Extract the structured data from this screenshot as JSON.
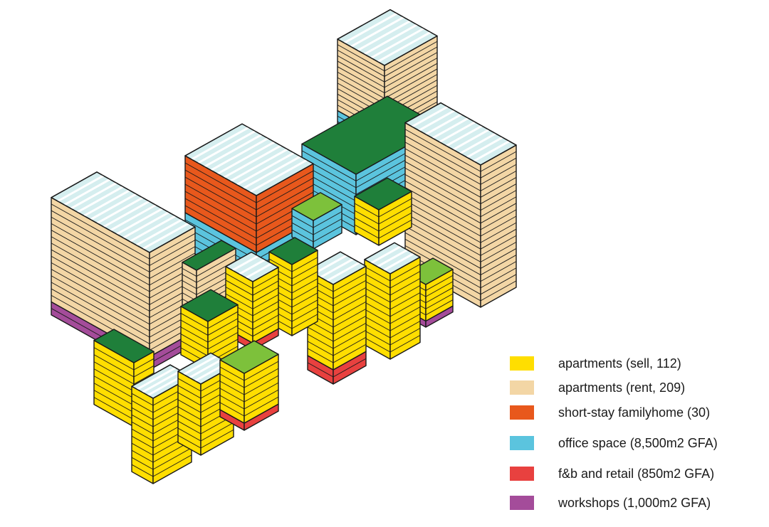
{
  "colors": {
    "apartments_sell": "#FFDE00",
    "apartments_rent": "#F3D6A5",
    "short_stay": "#E8581C",
    "office": "#5BC4DE",
    "fnb_retail": "#E8413F",
    "workshops": "#A44C9A",
    "roof_glass": "#D5EEEF",
    "roof_green_dark": "#1F7F3A",
    "roof_green_light": "#7DC13B",
    "outline": "#1a1a1a"
  },
  "legend": [
    {
      "label": "apartments (sell, 112)",
      "color": "#FFDE00"
    },
    {
      "label": "apartments (rent, 209)",
      "color": "#F3D6A5"
    },
    {
      "label": "short-stay familyhome (30)",
      "color": "#E8581C"
    },
    {
      "label": "office space (8,500m2 GFA)",
      "color": "#5BC4DE"
    },
    {
      "label": "f&b and retail (850m2 GFA)",
      "color": "#E8413F"
    },
    {
      "label": "workshops (1,000m2 GFA)",
      "color": "#A44C9A"
    }
  ]
}
